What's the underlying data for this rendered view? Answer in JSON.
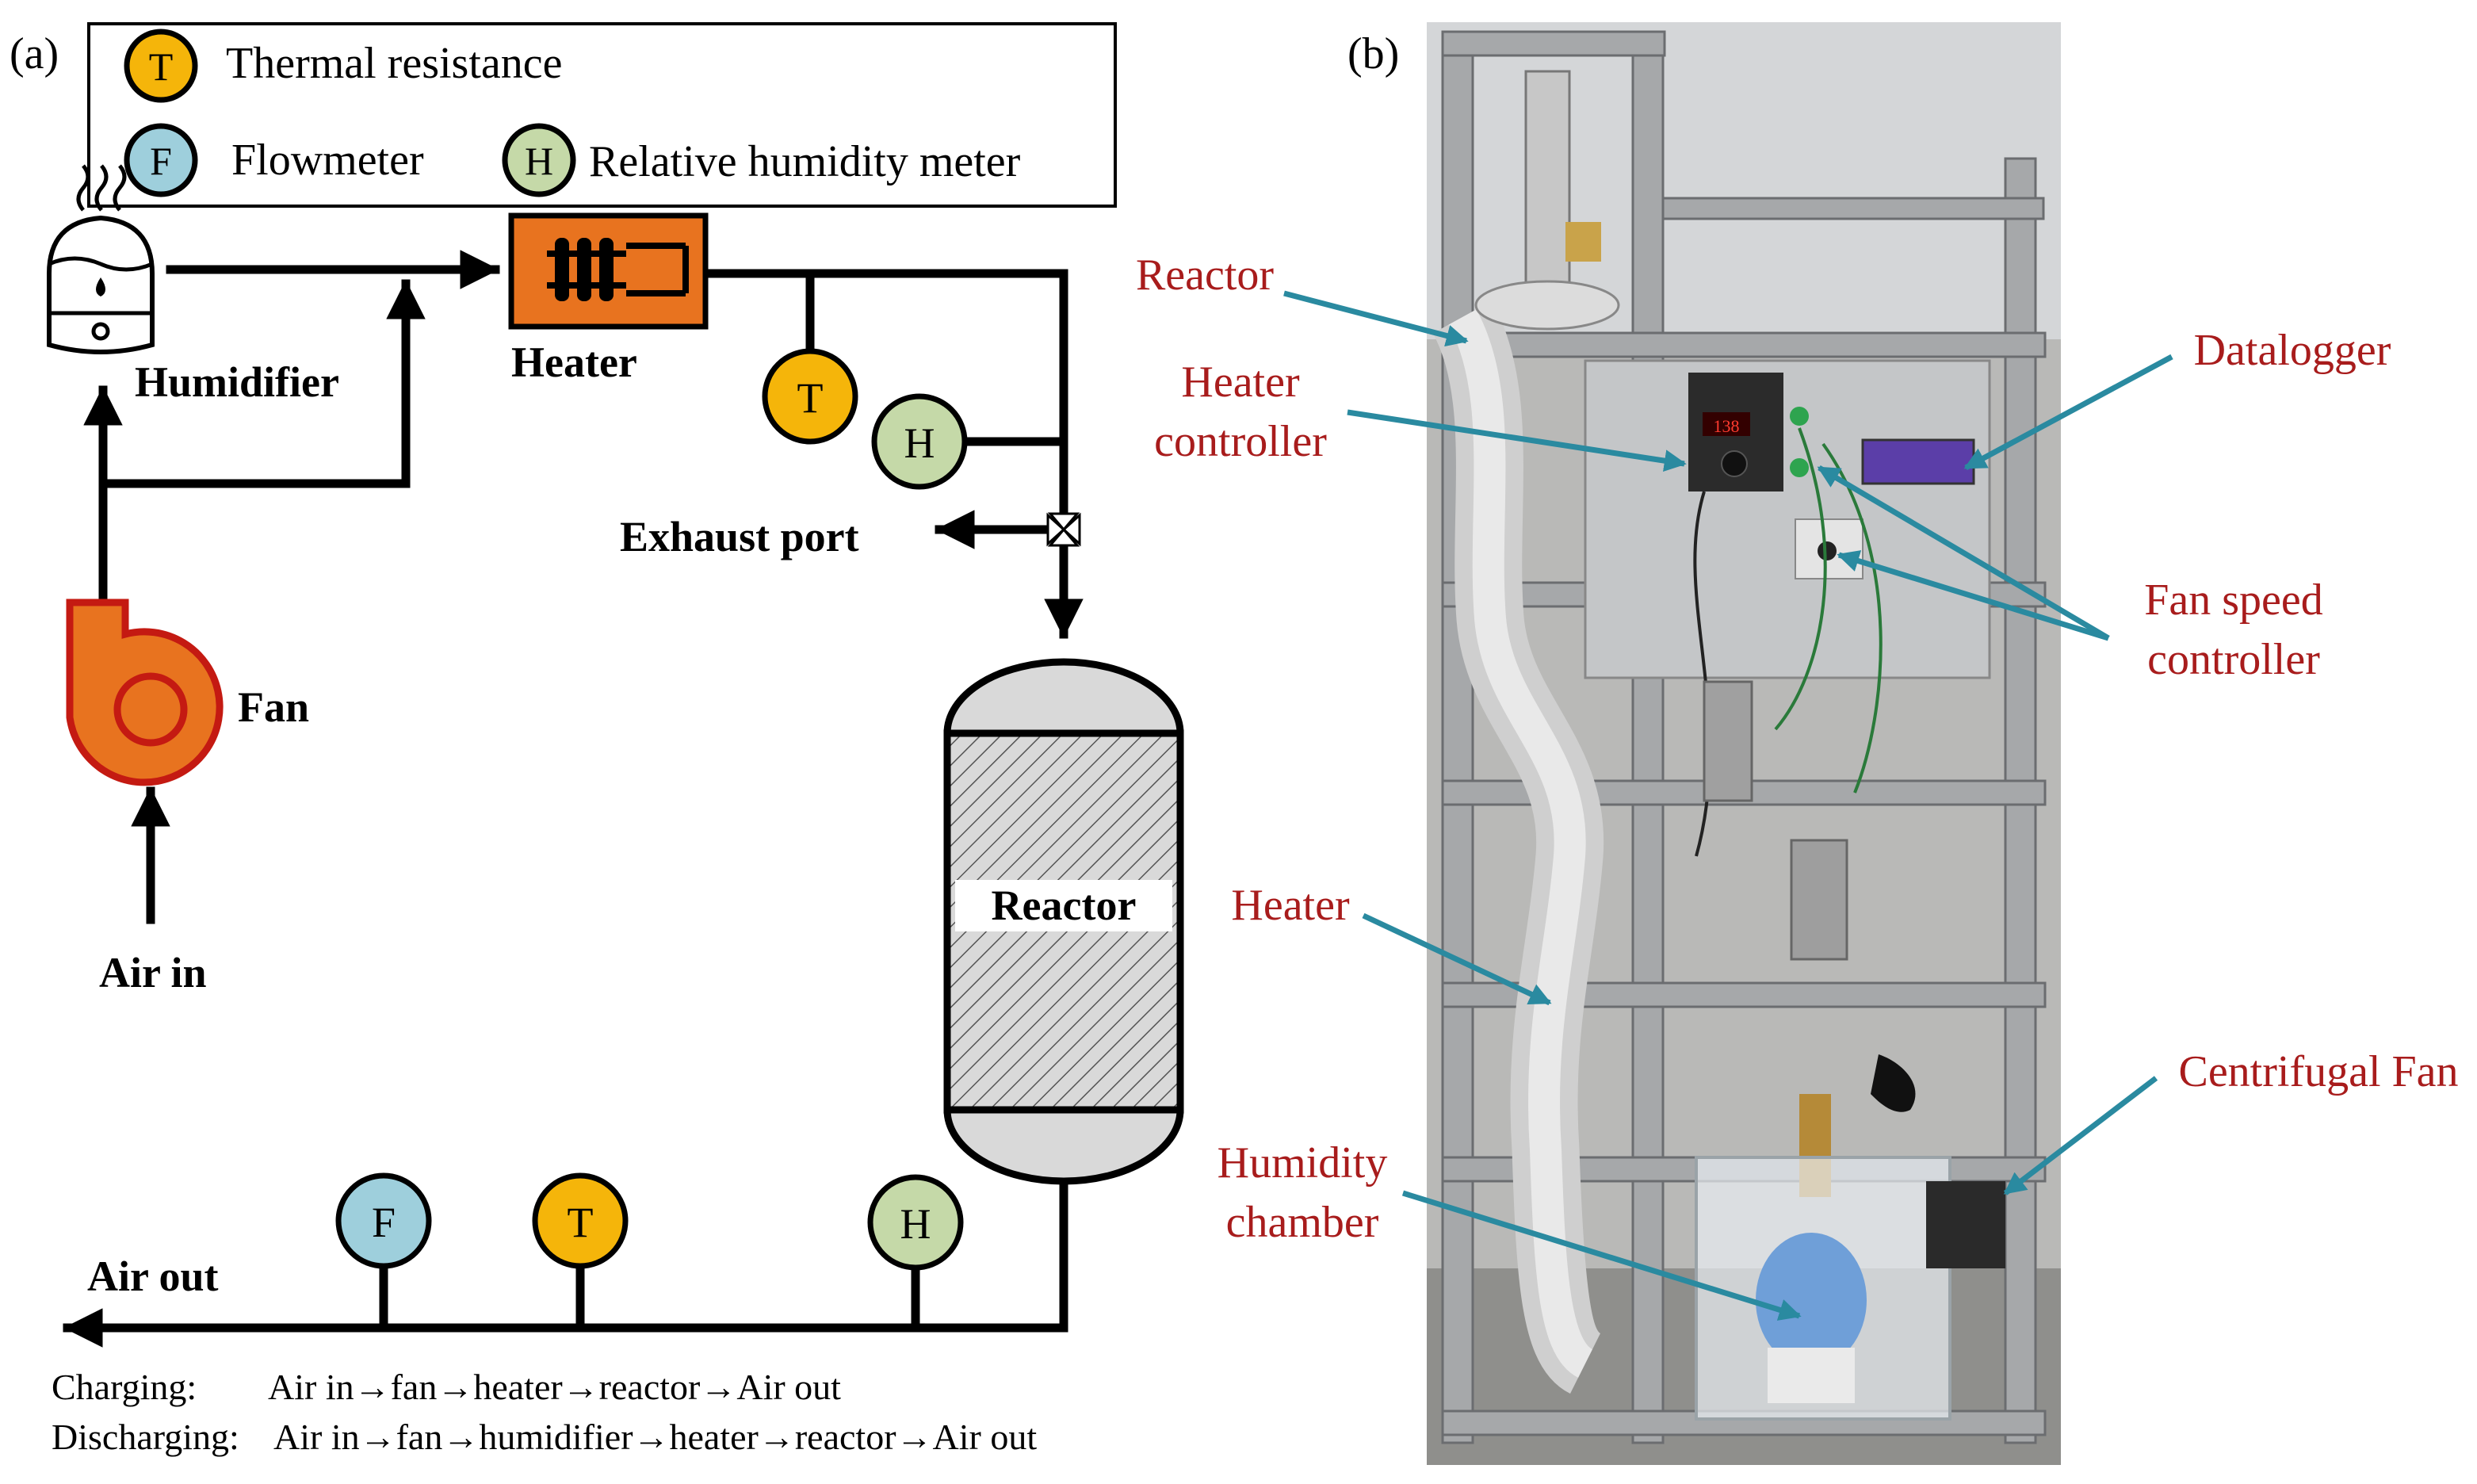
{
  "panel_a": {
    "label": "(a)",
    "legend": {
      "thermal": {
        "symbol": "T",
        "label": "Thermal resistance",
        "color": "#f5b50a"
      },
      "flow": {
        "symbol": "F",
        "label": "Flowmeter",
        "color": "#9ecfdc"
      },
      "humidity": {
        "symbol": "H",
        "label": "Relative humidity meter",
        "color": "#c5d9a8"
      }
    },
    "labels": {
      "humidifier": "Humidifier",
      "heater": "Heater",
      "fan": "Fan",
      "air_in": "Air in",
      "exhaust_port": "Exhaust port",
      "reactor": "Reactor",
      "air_out": "Air out"
    },
    "sensors": {
      "t_top": "T",
      "h_top": "H",
      "f_bottom": "F",
      "t_bottom": "T",
      "h_bottom": "H"
    },
    "modes": {
      "charging_label": "Charging:",
      "charging_path": "Air in→fan→heater→reactor→Air out",
      "discharging_label": "Discharging:",
      "discharging_path": "Air in→fan→humidifier→heater→reactor→Air out"
    },
    "colors": {
      "orange": "#e8731f",
      "dark_red": "#c41a12",
      "reactor_gray": "#d9d9d9"
    }
  },
  "panel_b": {
    "label": "(b)",
    "annotations": {
      "reactor": "Reactor",
      "heater_controller_1": "Heater",
      "heater_controller_2": "controller",
      "datalogger": "Datalogger",
      "fan_speed_1": "Fan speed",
      "fan_speed_2": "controller",
      "heater": "Heater",
      "centrifugal_fan": "Centrifugal Fan",
      "humidity_chamber_1": "Humidity",
      "humidity_chamber_2": "chamber"
    },
    "controller_display": "138",
    "colors": {
      "annotation_text": "#a81c1c",
      "arrow": "#2a8aa0"
    }
  }
}
